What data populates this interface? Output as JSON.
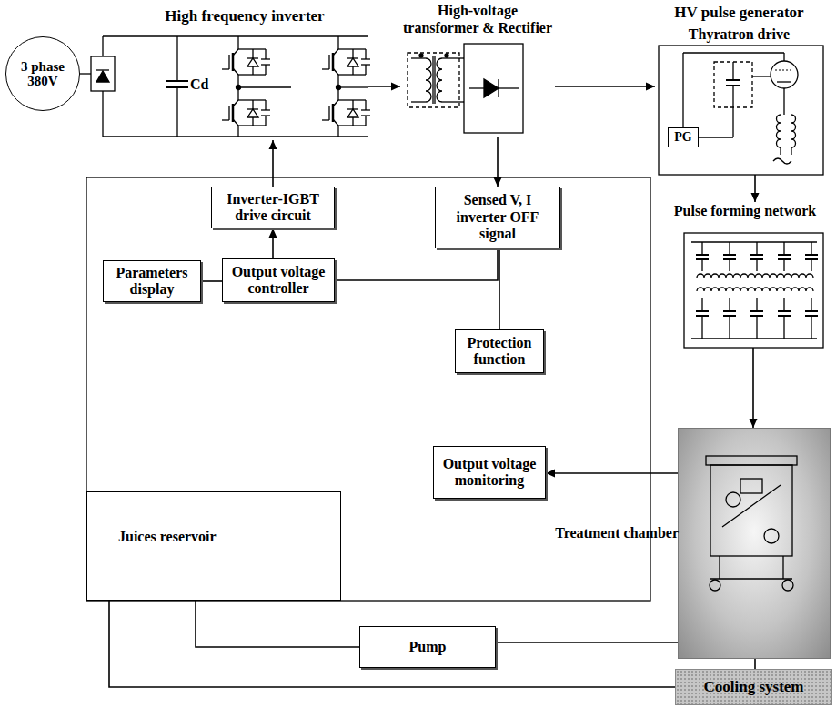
{
  "diagram": {
    "nodes": [
      {
        "text": [
          "High frequency inverter"
        ]
      },
      {
        "text": [
          "3 phase 380V"
        ],
        "in": 0
      },
      {
        "text": [
          "High-voltage transformer & Rectifier"
        ]
      },
      {
        "text": [
          "HV pulse generator",
          "Thyratron drive"
        ]
      },
      {
        "text": [
          "PG"
        ],
        "in": 3
      },
      {
        "text": [
          "Inverter-IGBT drive circuit"
        ]
      },
      {
        "text": [
          "Sensed V, I inverter OFF signal"
        ]
      },
      {
        "text": [
          "Pulse forming network"
        ]
      },
      {
        "text": [
          "Parameters display"
        ]
      },
      {
        "text": [
          "Output voltage controller"
        ]
      },
      {
        "text": [
          "Protection function"
        ]
      },
      {
        "text": [
          "Juices reservoir"
        ]
      },
      {
        "text": [
          "Output voltage monitoring"
        ]
      },
      {
        "text": [
          "Treatment chamber"
        ]
      },
      {
        "text": [
          "Pump"
        ]
      },
      {
        "text": [
          "Cooling system"
        ]
      }
    ],
    "edges": [
      {
        "from": 0,
        "to": 2,
        "arrow": "to"
      },
      {
        "from": 2,
        "to": 3,
        "arrow": "to"
      },
      {
        "from": 3,
        "to": 7,
        "arrow": "to"
      },
      {
        "from": 7,
        "to": 13,
        "arrow": "to"
      },
      {
        "from": 13,
        "to": 12,
        "arrow": "to"
      },
      {
        "from": 5,
        "to": 0,
        "arrow": "to"
      },
      {
        "from": 9,
        "to": 5,
        "arrow": "to"
      },
      {
        "from": 2,
        "to": 6,
        "arrow": "to"
      },
      {
        "from": 8,
        "to": 9,
        "arrow": "none"
      },
      {
        "from": 9,
        "to": 6,
        "arrow": "none"
      },
      {
        "from": 6,
        "to": 10,
        "arrow": "none"
      },
      {
        "from": 11,
        "to": 14,
        "arrow": "none"
      },
      {
        "from": 14,
        "to": 13,
        "arrow": "none"
      },
      {
        "from": 11,
        "to": 15,
        "arrow": "none"
      },
      {
        "from": 13,
        "to": 15,
        "arrow": "none"
      }
    ],
    "labels": [
      "Cd"
    ]
  }
}
